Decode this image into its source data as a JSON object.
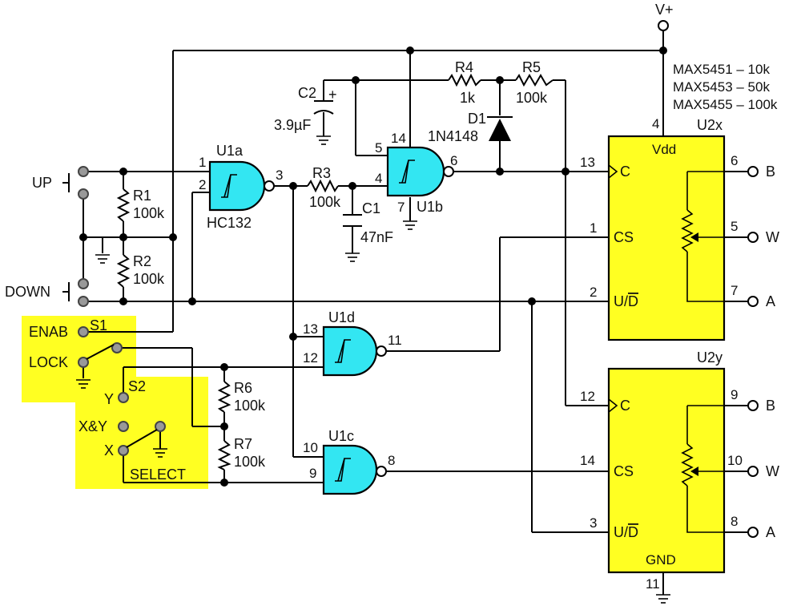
{
  "supply": {
    "label": "V+"
  },
  "parts_list": [
    "MAX5451 –   10k",
    "MAX5453 –   50k",
    "MAX5455 – 100k"
  ],
  "switches": {
    "up": "UP",
    "down": "DOWN",
    "enab": "ENAB",
    "s1": "S1",
    "lock": "LOCK",
    "s2": "S2",
    "y": "Y",
    "xy": "X&Y",
    "x": "X",
    "select": "SELECT"
  },
  "resistors": {
    "r1": {
      "name": "R1",
      "value": "100k"
    },
    "r2": {
      "name": "R2",
      "value": "100k"
    },
    "r3": {
      "name": "R3",
      "value": "100k"
    },
    "r4": {
      "name": "R4",
      "value": "1k"
    },
    "r5": {
      "name": "R5",
      "value": "100k"
    },
    "r6": {
      "name": "R6",
      "value": "100k"
    },
    "r7": {
      "name": "R7",
      "value": "100k"
    }
  },
  "capacitors": {
    "c1": {
      "name": "C1",
      "value": "47nF"
    },
    "c2": {
      "name": "C2",
      "value": "3.9µF",
      "polarity": "+"
    }
  },
  "diode": {
    "name": "D1",
    "part": "1N4148"
  },
  "gates": {
    "u1a": {
      "name": "U1a",
      "part": "HC132",
      "in1": "1",
      "in2": "2",
      "out": "3"
    },
    "u1b": {
      "name": "U1b",
      "in1": "5",
      "in2": "4",
      "out": "6",
      "vcc": "14",
      "gnd": "7"
    },
    "u1c": {
      "name": "U1c",
      "in1": "10",
      "in2": "9",
      "out": "8"
    },
    "u1d": {
      "name": "U1d",
      "in1": "13",
      "in2": "12",
      "out": "11"
    }
  },
  "chips": {
    "u2x": {
      "name": "U2x",
      "vdd": "Vdd",
      "c": "C",
      "cs": "CS",
      "ud": "U/D",
      "b": "B",
      "w": "W",
      "a": "A",
      "pin_vdd": "4",
      "pin_c": "13",
      "pin_cs": "1",
      "pin_ud": "2",
      "pin_b": "6",
      "pin_w": "5",
      "pin_a": "7"
    },
    "u2y": {
      "name": "U2y",
      "gnd": "GND",
      "c": "C",
      "cs": "CS",
      "ud": "U/D",
      "b": "B",
      "w": "W",
      "a": "A",
      "pin_gnd": "11",
      "pin_c": "12",
      "pin_cs": "14",
      "pin_ud": "3",
      "pin_b": "9",
      "pin_w": "10",
      "pin_a": "8"
    }
  },
  "colors": {
    "highlight": "#ffff22",
    "gate_fill": "#33e6f2",
    "chip_fill": "#ffff22"
  }
}
